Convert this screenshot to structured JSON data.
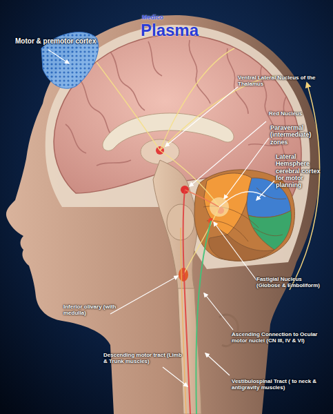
{
  "diagram": {
    "labels": [
      "Motor & premotor cortex",
      "Medico",
      "Plasma",
      "Ventral Lateral Nucleus of the Thalamus",
      "Red Nucleus",
      "Paravermal (intermediate) zones",
      "Lateral Hemsphere cerebral cortex for motor planning",
      "Fastigial Nucleus (Globose & Emboliform)",
      "Inferior olivary (with medulla)",
      "Ascending Connection to Ocular motor nuclei (CN III, IV & VI)",
      "Descending motor tract (Limb & Trunk muscles)",
      "Vestibulospinal Tract ( to neck & antigravity muscles)"
    ]
  }
}
